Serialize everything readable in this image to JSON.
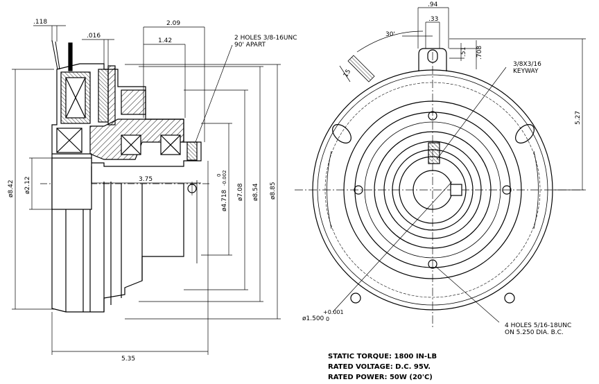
{
  "side_view": {
    "dims": {
      "d118": ".118",
      "d016": ".016",
      "d209": "2.09",
      "d142": "1.42",
      "d375": "3.75",
      "d535": "5.35",
      "dia842": "ø8.42",
      "dia212": "ø2.12",
      "dia4718": "ø4.718",
      "tol4718_upper": "0",
      "tol4718_lower": "-0.002",
      "dia708": "ø7.08",
      "dia854": "ø8.54",
      "dia885": "ø8.85"
    },
    "note_holes": [
      "2 HOLES 3/8-16UNC",
      "90' APART"
    ]
  },
  "front_view": {
    "dims": {
      "d94": ".94",
      "d33": ".33",
      "d51": ".51",
      "d708": ".708",
      "d527": "5.27",
      "d15": "15",
      "angle30": "30'"
    },
    "note_keyway": [
      "3/8X3/16",
      "KEYWAY"
    ],
    "bore_label": "ø1.500",
    "bore_tol_upper": "+0.001",
    "bore_tol_lower": "0",
    "note_tapped": [
      "4 HOLES 5/16-18UNC",
      "ON 5.250 DIA. B.C."
    ]
  },
  "specs": [
    "STATIC TORQUE: 1800 IN-LB",
    "RATED VOLTAGE: D.C. 95V.",
    "RATED POWER: 50W (20'C)"
  ]
}
